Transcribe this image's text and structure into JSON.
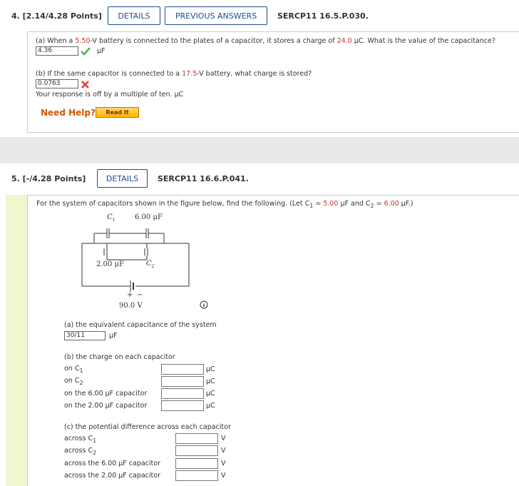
{
  "q4": {
    "header": "4.  [2.14/4.28 Points]",
    "details_label": "DETAILS",
    "previous_label": "PREVIOUS ANSWERS",
    "code": "SERCP11 16.5.P.030.",
    "part_a": {
      "pre": "(a) When a ",
      "voltage": "5.50",
      "mid": "-V battery is connected to the plates of a capacitor, it stores a charge of ",
      "charge": "24.0",
      "post": " μC. What is the value of the capacitance?",
      "answer": "4.36",
      "unit": "μF"
    },
    "part_b": {
      "pre": "(b) If the same capacitor is connected to a ",
      "voltage": "17.5",
      "post": "-V battery, what charge is stored?",
      "answer": "0.0763",
      "feedback": "Your response is off by a multiple of ten.",
      "unit": "μC"
    },
    "need_help": "Need Help?",
    "read_it": "Read It"
  },
  "q5": {
    "header": "5.  [-/4.28 Points]",
    "details_label": "DETAILS",
    "code": "SERCP11 16.6.P.041.",
    "intro_pre": "For the system of capacitors shown in the figure below, find the following. (Let C",
    "intro_sub1": "1",
    "intro_eq1": " = ",
    "c1_value": "5.00",
    "intro_mid": " μF and C",
    "intro_sub2": "2",
    "intro_eq2": " = ",
    "c2_value": "6.00",
    "intro_post": " μF.)",
    "figure": {
      "c1_label": "C",
      "c1_sub": "1",
      "top_right_label": "6.00 μF",
      "bottom_left_label": "2.00 μF",
      "c2_label": "C",
      "c2_sub": "2",
      "battery_label": "90.0 V",
      "plus": "+",
      "minus": "−"
    },
    "part_a": {
      "text": "(a) the equivalent capacitance of the system",
      "answer": "30/11",
      "unit": "μF"
    },
    "part_b": {
      "text": "(b) the charge on each capacitor",
      "rows": [
        {
          "label": "on C",
          "sub": "1",
          "unit": "μC"
        },
        {
          "label": "on C",
          "sub": "2",
          "unit": "μC"
        },
        {
          "label": "on the 6.00 μF capacitor",
          "sub": "",
          "unit": "μC"
        },
        {
          "label": "on the 2.00 μF capacitor",
          "sub": "",
          "unit": "μC"
        }
      ]
    },
    "part_c": {
      "text": "(c) the potential difference across each capacitor",
      "rows": [
        {
          "label": "across C",
          "sub": "1",
          "unit": "V"
        },
        {
          "label": "across C",
          "sub": "2",
          "unit": "V"
        },
        {
          "label": "across the 6.00 μF capacitor",
          "sub": "",
          "unit": "V"
        },
        {
          "label": "across the 2.00 μF capacitor",
          "sub": "",
          "unit": "V"
        }
      ]
    }
  },
  "colors": {
    "accent": "#1f4e8c",
    "red": "#c0392b",
    "green": "#4caf50",
    "help": "#d35400"
  }
}
